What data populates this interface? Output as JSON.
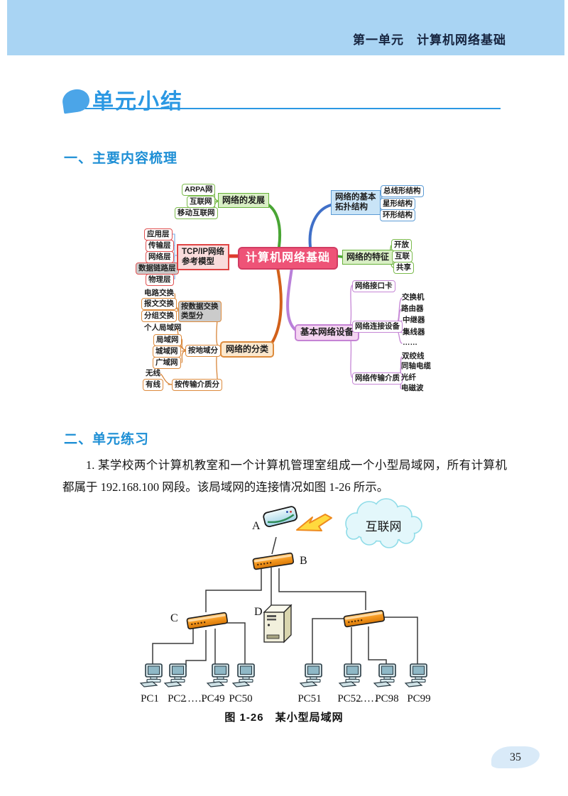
{
  "header": {
    "unit_label": "第一单元　计算机网络基础"
  },
  "summary": {
    "title": "单元小结"
  },
  "sections": {
    "content_review": "一、主要内容梳理",
    "exercises": "二、单元练习"
  },
  "exercise": {
    "text": "1. 某学校两个计算机教室和一个计算机管理室组成一个小型局域网，所有计算机都属于 192.168.100 网段。该局域网的连接情况如图 1-26 所示。"
  },
  "mindmap": {
    "center": "计算机网络基础",
    "development": {
      "label": "网络的发展",
      "items": [
        "ARPA网",
        "互联网",
        "移动互联网"
      ]
    },
    "topology": {
      "label": "网络的基本\n拓扑结构",
      "items": [
        "总线形结构",
        "星形结构",
        "环形结构"
      ]
    },
    "tcpip": {
      "label": "TCP/IP网络\n参考模型",
      "items": [
        "应用层",
        "传输层",
        "网络层",
        "数据链路层",
        "物理层"
      ]
    },
    "features": {
      "label": "网络的特征",
      "items": [
        "开放",
        "互联",
        "共享"
      ]
    },
    "classification": {
      "label": "网络的分类",
      "by_exchange": {
        "label": "按数据交换\n类型分",
        "items": [
          "电路交换",
          "报文交换",
          "分组交换"
        ]
      },
      "by_region": {
        "label": "按地域分",
        "items": [
          "个人局域网",
          "局域网",
          "城域网",
          "广域网"
        ]
      },
      "by_medium": {
        "label": "按传输介质分",
        "items": [
          "无线",
          "有线"
        ]
      }
    },
    "devices": {
      "label": "基本网络设备",
      "nic": "网络接口卡",
      "connect": {
        "label": "网络连接设备",
        "items": [
          "交换机",
          "路由器",
          "中继器",
          "集线器",
          "……"
        ]
      },
      "medium": {
        "label": "网络传输介质",
        "items": [
          "双绞线",
          "同轴电缆",
          "光纤",
          "电磁波"
        ]
      }
    }
  },
  "figure": {
    "caption": "图 1-26　某小型局域网",
    "cloud_label": "互联网",
    "device_labels": [
      "A",
      "B",
      "C",
      "D"
    ],
    "pc_labels": [
      "PC1",
      "PC2",
      "……",
      "PC49",
      "PC50",
      "PC51",
      "PC52",
      "……",
      "PC98",
      "PC99"
    ]
  },
  "page_number": "35",
  "colors": {
    "header_bar": "#A9D4F3",
    "accent_blue": "#2B98E3",
    "center_node": "#EE5377"
  }
}
